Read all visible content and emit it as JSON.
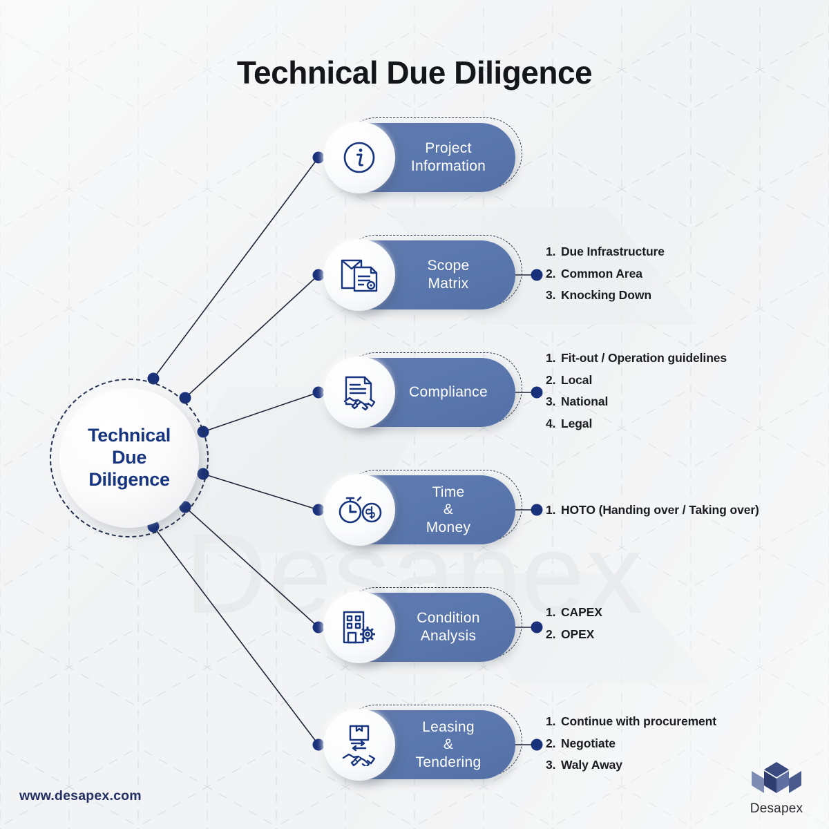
{
  "page": {
    "title": "Technical Due Diligence",
    "watermark": "Desapex",
    "background_color": "#f2f3f4",
    "accent_color": "#5b78ae",
    "navy_color": "#17347e"
  },
  "hub": {
    "label": "Technical\nDue\nDiligence"
  },
  "nodes": [
    {
      "id": "project-information",
      "label": "Project\nInformation",
      "icon": "info-circle-icon",
      "bullets": []
    },
    {
      "id": "scope-matrix",
      "label": "Scope\nMatrix",
      "icon": "document-envelope-icon",
      "bullets": [
        {
          "num": "1.",
          "text": "Due Infrastructure"
        },
        {
          "num": "2.",
          "text": "Common Area"
        },
        {
          "num": "3.",
          "text": "Knocking Down"
        }
      ]
    },
    {
      "id": "compliance",
      "label": "Compliance",
      "icon": "document-handshake-icon",
      "bullets": [
        {
          "num": "1.",
          "text": "Fit-out / Operation guidelines"
        },
        {
          "num": "2.",
          "text": "Local"
        },
        {
          "num": "3.",
          "text": "National"
        },
        {
          "num": "4.",
          "text": "Legal"
        }
      ]
    },
    {
      "id": "time-and-money",
      "label": "Time\n&\nMoney",
      "icon": "stopwatch-dollar-icon",
      "bullets": [
        {
          "num": "1.",
          "text": "HOTO (Handing over / Taking over)"
        }
      ]
    },
    {
      "id": "condition-analysis",
      "label": "Condition\nAnalysis",
      "icon": "building-gear-icon",
      "bullets": [
        {
          "num": "1.",
          "text": "CAPEX"
        },
        {
          "num": "2.",
          "text": "OPEX"
        }
      ]
    },
    {
      "id": "leasing-and-tendering",
      "label": "Leasing\n&\nTendering",
      "icon": "box-exchange-handshake-icon",
      "bullets": [
        {
          "num": "1.",
          "text": "Continue with procurement"
        },
        {
          "num": "2.",
          "text": "Negotiate"
        },
        {
          "num": "3.",
          "text": "Waly Away"
        }
      ]
    }
  ],
  "footer": {
    "url": "www.desapex.com",
    "logo_text": "Desapex"
  }
}
